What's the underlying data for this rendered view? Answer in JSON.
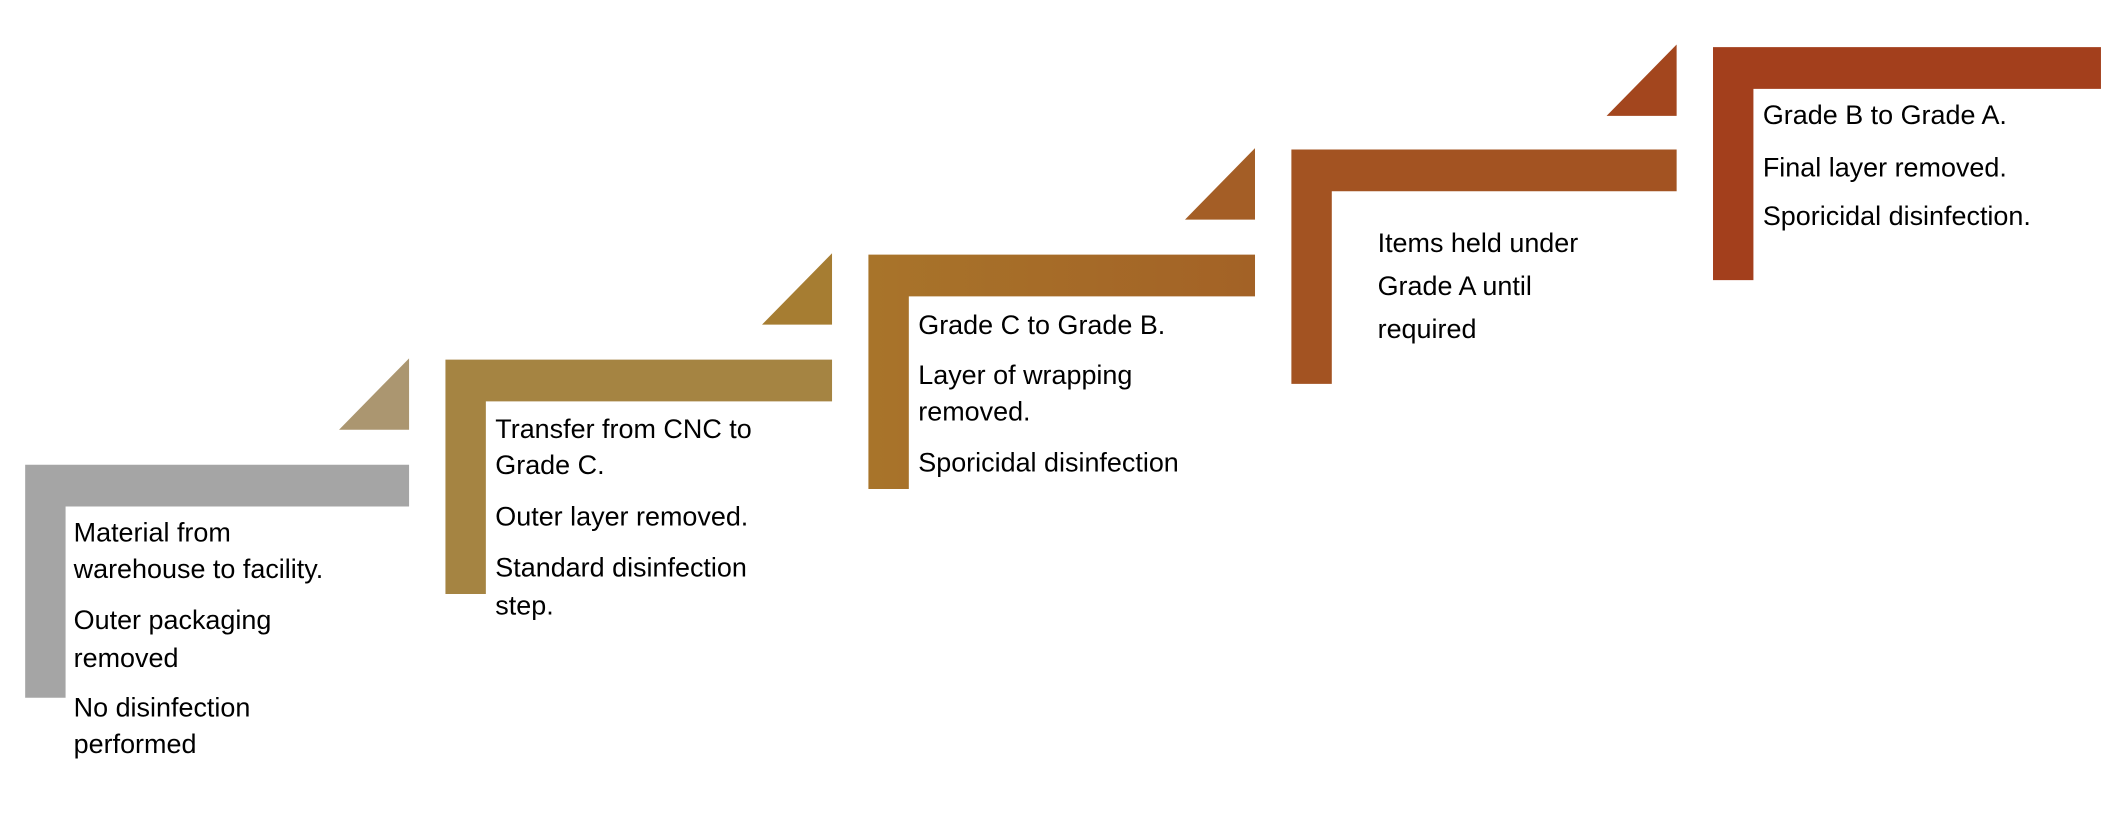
{
  "colors": {
    "step1": "#a5a5a5",
    "step1_arrow": "#ab9670",
    "step2": "#a58442",
    "step3": "#a36b27",
    "step4": "#a35322",
    "step5": "#a33f1c"
  },
  "steps": [
    {
      "lines": [
        "Material from",
        "warehouse to facility.",
        "Outer packaging",
        "removed",
        "No disinfection",
        "performed"
      ]
    },
    {
      "lines": [
        "Transfer from CNC to",
        "Grade C.",
        "Outer layer removed.",
        "Standard disinfection",
        "step."
      ]
    },
    {
      "lines": [
        "Grade C to Grade B.",
        "Layer of wrapping",
        "removed.",
        "Sporicidal disinfection"
      ]
    },
    {
      "lines": [
        "Items held under",
        "Grade A until",
        "required"
      ]
    },
    {
      "lines": [
        "Grade B to Grade A.",
        "Final layer removed.",
        "Sporicidal disinfection."
      ]
    }
  ]
}
